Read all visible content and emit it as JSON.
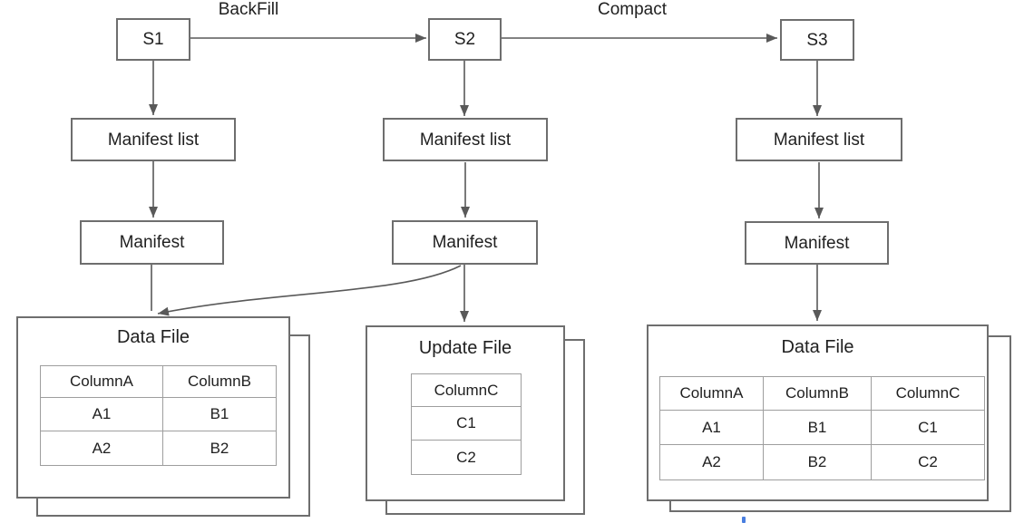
{
  "edges": {
    "backfill_label": "BackFill",
    "compact_label": "Compact"
  },
  "columns": [
    {
      "snapshot": "S1",
      "manifest_list": "Manifest list",
      "manifest": "Manifest",
      "file": {
        "title": "Data File",
        "columns": [
          "ColumnA",
          "ColumnB"
        ],
        "rows": [
          [
            "A1",
            "B1"
          ],
          [
            "A2",
            "B2"
          ]
        ]
      }
    },
    {
      "snapshot": "S2",
      "manifest_list": "Manifest list",
      "manifest": "Manifest",
      "file": {
        "title": "Update File",
        "columns": [
          "ColumnC"
        ],
        "rows": [
          [
            "C1"
          ],
          [
            "C2"
          ]
        ]
      }
    },
    {
      "snapshot": "S3",
      "manifest_list": "Manifest list",
      "manifest": "Manifest",
      "file": {
        "title": "Data File",
        "columns": [
          "ColumnA",
          "ColumnB",
          "ColumnC"
        ],
        "rows": [
          [
            "A1",
            "B1",
            "C1"
          ],
          [
            "A2",
            "B2",
            "C2"
          ]
        ]
      }
    }
  ],
  "colors": {
    "background": "#ffffff",
    "node_border": "#6e6e6e",
    "table_border": "#9e9e9e",
    "arrow": "#595959",
    "text": "#1f1f1f",
    "stray_mark_blue": "#4a7fe0"
  }
}
